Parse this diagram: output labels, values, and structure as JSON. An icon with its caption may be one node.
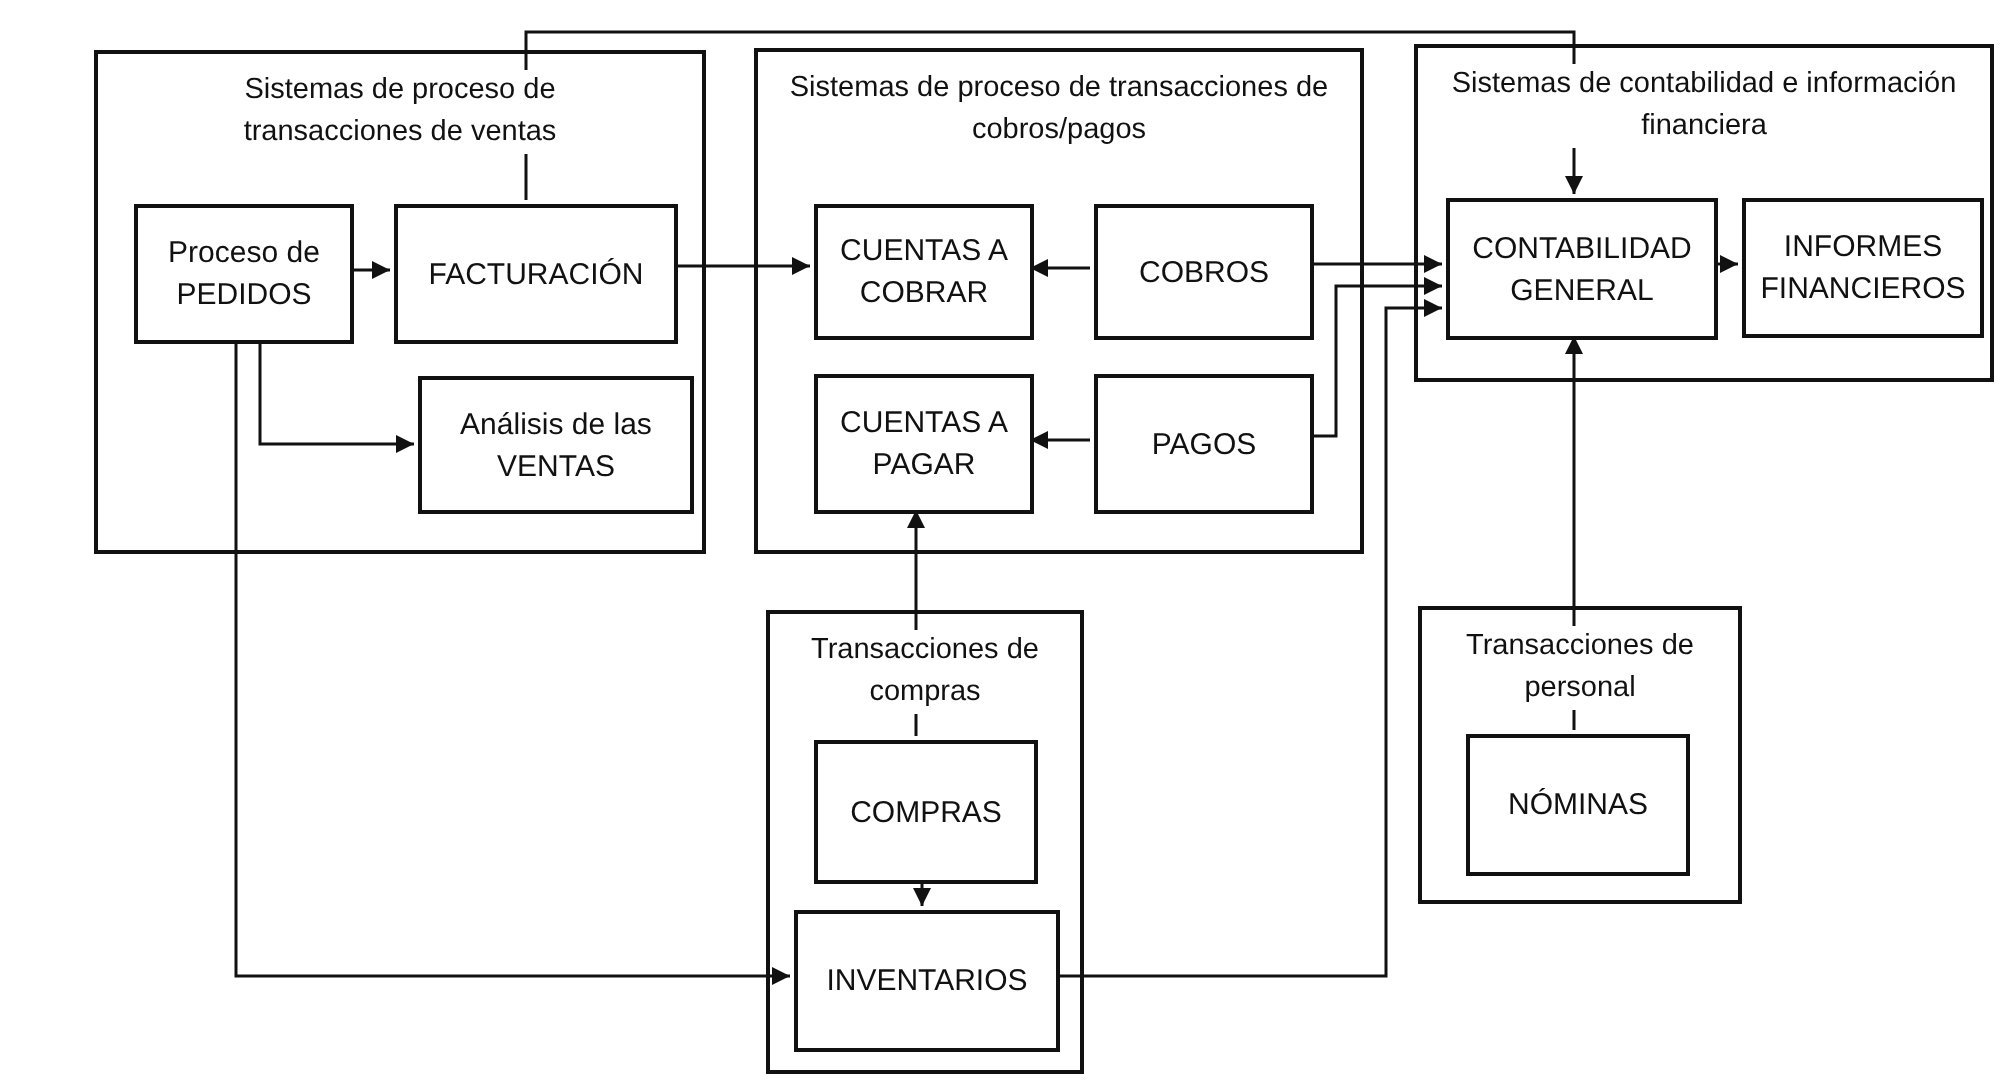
{
  "diagram": {
    "nodes": [
      {
        "text": [
          "Sistemas de proceso de transacciones de ventas"
        ]
      },
      {
        "text": [
          "Proceso de PEDIDOS"
        ],
        "in": 0
      },
      {
        "text": [
          "FACTURACIÓN"
        ],
        "in": 0
      },
      {
        "text": [
          "Análisis de las VENTAS"
        ],
        "in": 0
      },
      {
        "text": [
          "Sistemas de proceso de transacciones de cobros/pagos"
        ]
      },
      {
        "text": [
          "CUENTAS A COBRAR"
        ],
        "in": 4
      },
      {
        "text": [
          "COBROS"
        ],
        "in": 4
      },
      {
        "text": [
          "CUENTAS A PAGAR"
        ],
        "in": 4
      },
      {
        "text": [
          "PAGOS"
        ],
        "in": 4
      },
      {
        "text": [
          "Sistemas de contabilidad e información financiera"
        ]
      },
      {
        "text": [
          "CONTABILIDAD GENERAL"
        ],
        "in": 9
      },
      {
        "text": [
          "INFORMES FINANCIEROS"
        ],
        "in": 9
      },
      {
        "text": [
          "Transacciones de compras"
        ]
      },
      {
        "text": [
          "COMPRAS"
        ],
        "in": 12
      },
      {
        "text": [
          "INVENTARIOS"
        ],
        "in": 12
      },
      {
        "text": [
          "Transacciones de personal"
        ]
      },
      {
        "text": [
          "NÓMINAS"
        ],
        "in": 15
      }
    ],
    "edges": [
      {
        "from": 1,
        "to": 2,
        "arrow": "to"
      },
      {
        "from": 1,
        "to": 3,
        "arrow": "to"
      },
      {
        "from": 1,
        "to": 14,
        "arrow": "to"
      },
      {
        "from": 2,
        "to": 5,
        "arrow": "to"
      },
      {
        "from": 2,
        "to": 10,
        "arrow": "to"
      },
      {
        "from": 6,
        "to": 5,
        "arrow": "to"
      },
      {
        "from": 8,
        "to": 7,
        "arrow": "to"
      },
      {
        "from": 6,
        "to": 10,
        "arrow": "to"
      },
      {
        "from": 8,
        "to": 10,
        "arrow": "to"
      },
      {
        "from": 14,
        "to": 10,
        "arrow": "to"
      },
      {
        "from": 13,
        "to": 7,
        "arrow": "to"
      },
      {
        "from": 16,
        "to": 10,
        "arrow": "to"
      },
      {
        "from": 10,
        "to": 11,
        "arrow": "to"
      },
      {
        "from": 13,
        "to": 14,
        "arrow": "to"
      }
    ]
  }
}
